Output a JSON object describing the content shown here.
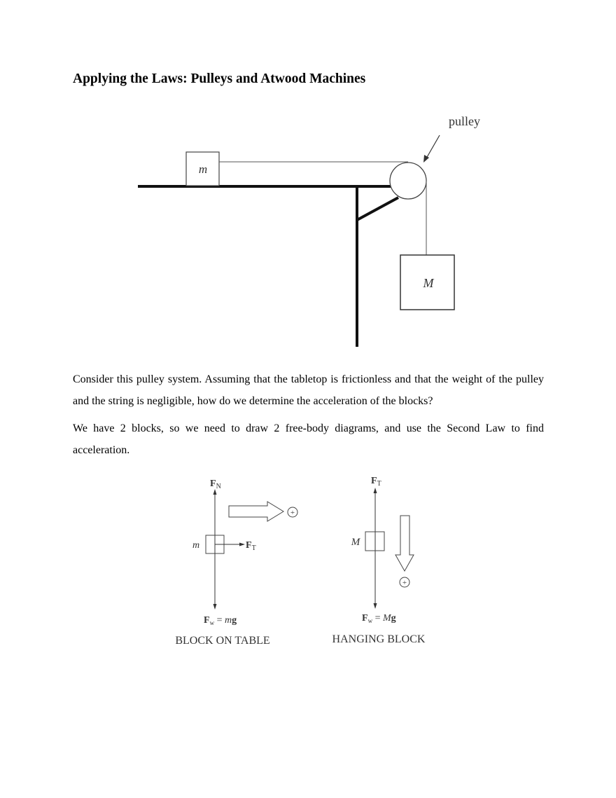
{
  "document": {
    "title": "Applying the Laws: Pulleys and Atwood Machines",
    "paragraphs": [
      "Consider this pulley system. Assuming that the tabletop is frictionless and that the weight of the pulley and the string is negligible, how do we determine the acceleration of the blocks?",
      "We have 2 blocks, so we need to draw 2 free-body diagrams, and use the Second Law to find acceleration."
    ]
  },
  "pulley_diagram": {
    "pulley_label": "pulley",
    "block_small_label": "m",
    "block_large_label": "M"
  },
  "fbd_table": {
    "mass_label": "m",
    "normal_force": {
      "main": "F",
      "sub": "N"
    },
    "tension": {
      "main": "F",
      "sub": "T"
    },
    "weight": {
      "main": "F",
      "sub": "w",
      "rhs_italic": "m",
      "rhs_bold": "g"
    },
    "positive_symbol": "+",
    "caption": "BLOCK ON TABLE"
  },
  "fbd_hanging": {
    "mass_label": "M",
    "tension": {
      "main": "F",
      "sub": "T"
    },
    "weight": {
      "main": "F",
      "sub": "w",
      "rhs_italic": "M",
      "rhs_bold": "g"
    },
    "positive_symbol": "+",
    "caption": "HANGING BLOCK"
  },
  "colors": {
    "text": "#000000",
    "diagram_stroke": "#222222",
    "diagram_text": "#333333"
  }
}
